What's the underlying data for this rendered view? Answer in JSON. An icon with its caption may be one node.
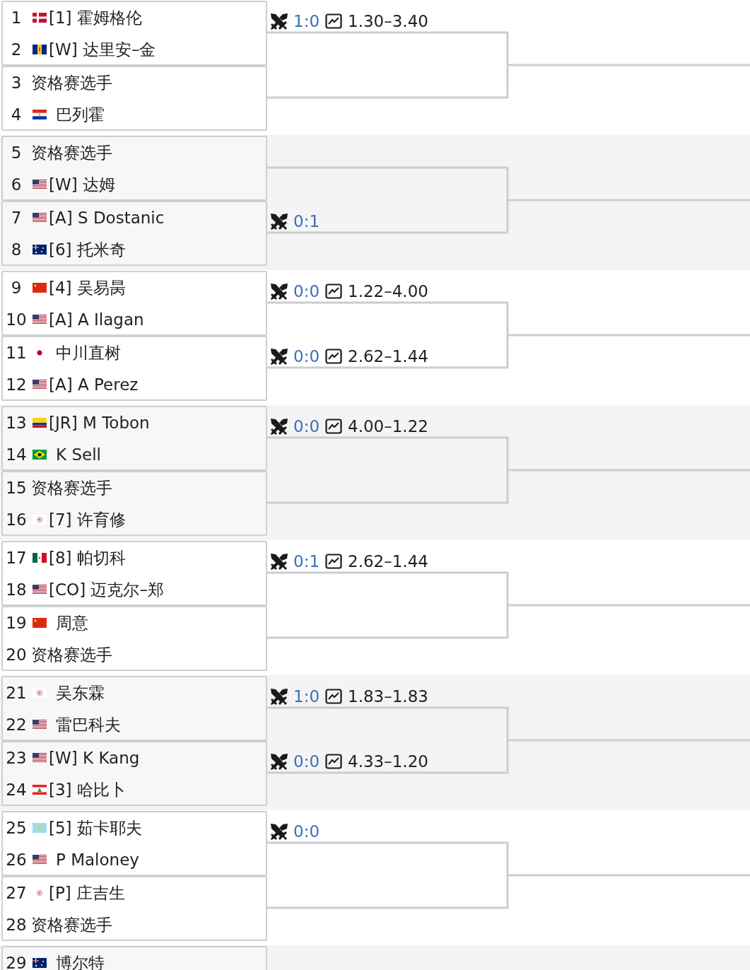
{
  "diagram": {
    "nodes": [
      {
        "text": [
          "1",
          "[1] 霍姆格伦",
          "2",
          "[W] 达里安–金"
        ],
        "beside": [
          "1:0",
          "1.30–3.40"
        ]
      },
      {
        "text": [
          "3",
          "资格赛选手",
          "4",
          "巴列霍"
        ]
      },
      {
        "text": [
          "5",
          "资格赛选手",
          "6",
          "[W] 达姆"
        ]
      },
      {
        "text": [
          "7",
          "[A] S Dostanic",
          "8",
          "[6] 托米奇"
        ],
        "beside": [
          "0:1"
        ]
      },
      {
        "text": [
          "9",
          "[4] 吴易昺",
          "10",
          "[A] A Ilagan"
        ],
        "beside": [
          "0:0",
          "1.22–4.00"
        ]
      },
      {
        "text": [
          "11",
          "中川直树",
          "12",
          "[A] A Perez"
        ],
        "beside": [
          "0:0",
          "2.62–1.44"
        ]
      },
      {
        "text": [
          "13",
          "[JR] M Tobon",
          "14",
          "K Sell"
        ],
        "beside": [
          "0:0",
          "4.00–1.22"
        ]
      },
      {
        "text": [
          "15",
          "资格赛选手",
          "16",
          "[7] 许育修"
        ]
      },
      {
        "text": [
          "17",
          "[8] 帕切科",
          "18",
          "[CO] 迈克尔–郑"
        ],
        "beside": [
          "0:1",
          "2.62–1.44"
        ]
      },
      {
        "text": [
          "19",
          "周意",
          "20",
          "资格赛选手"
        ]
      },
      {
        "text": [
          "21",
          "吴东霖",
          "22",
          "雷巴科夫"
        ],
        "beside": [
          "1:0",
          "1.83–1.83"
        ]
      },
      {
        "text": [
          "23",
          "[W] K Kang",
          "24",
          "[3] 哈比卜"
        ],
        "beside": [
          "0:0",
          "4.33–1.20"
        ]
      },
      {
        "text": [
          "25",
          "[5] 茹卡耶夫",
          "26",
          "P Maloney"
        ],
        "beside": [
          "0:0"
        ]
      },
      {
        "text": [
          "27",
          "[P] 庄吉生",
          "28",
          "资格赛选手"
        ]
      },
      {
        "text": [
          "29",
          "博尔特"
        ]
      }
    ]
  }
}
